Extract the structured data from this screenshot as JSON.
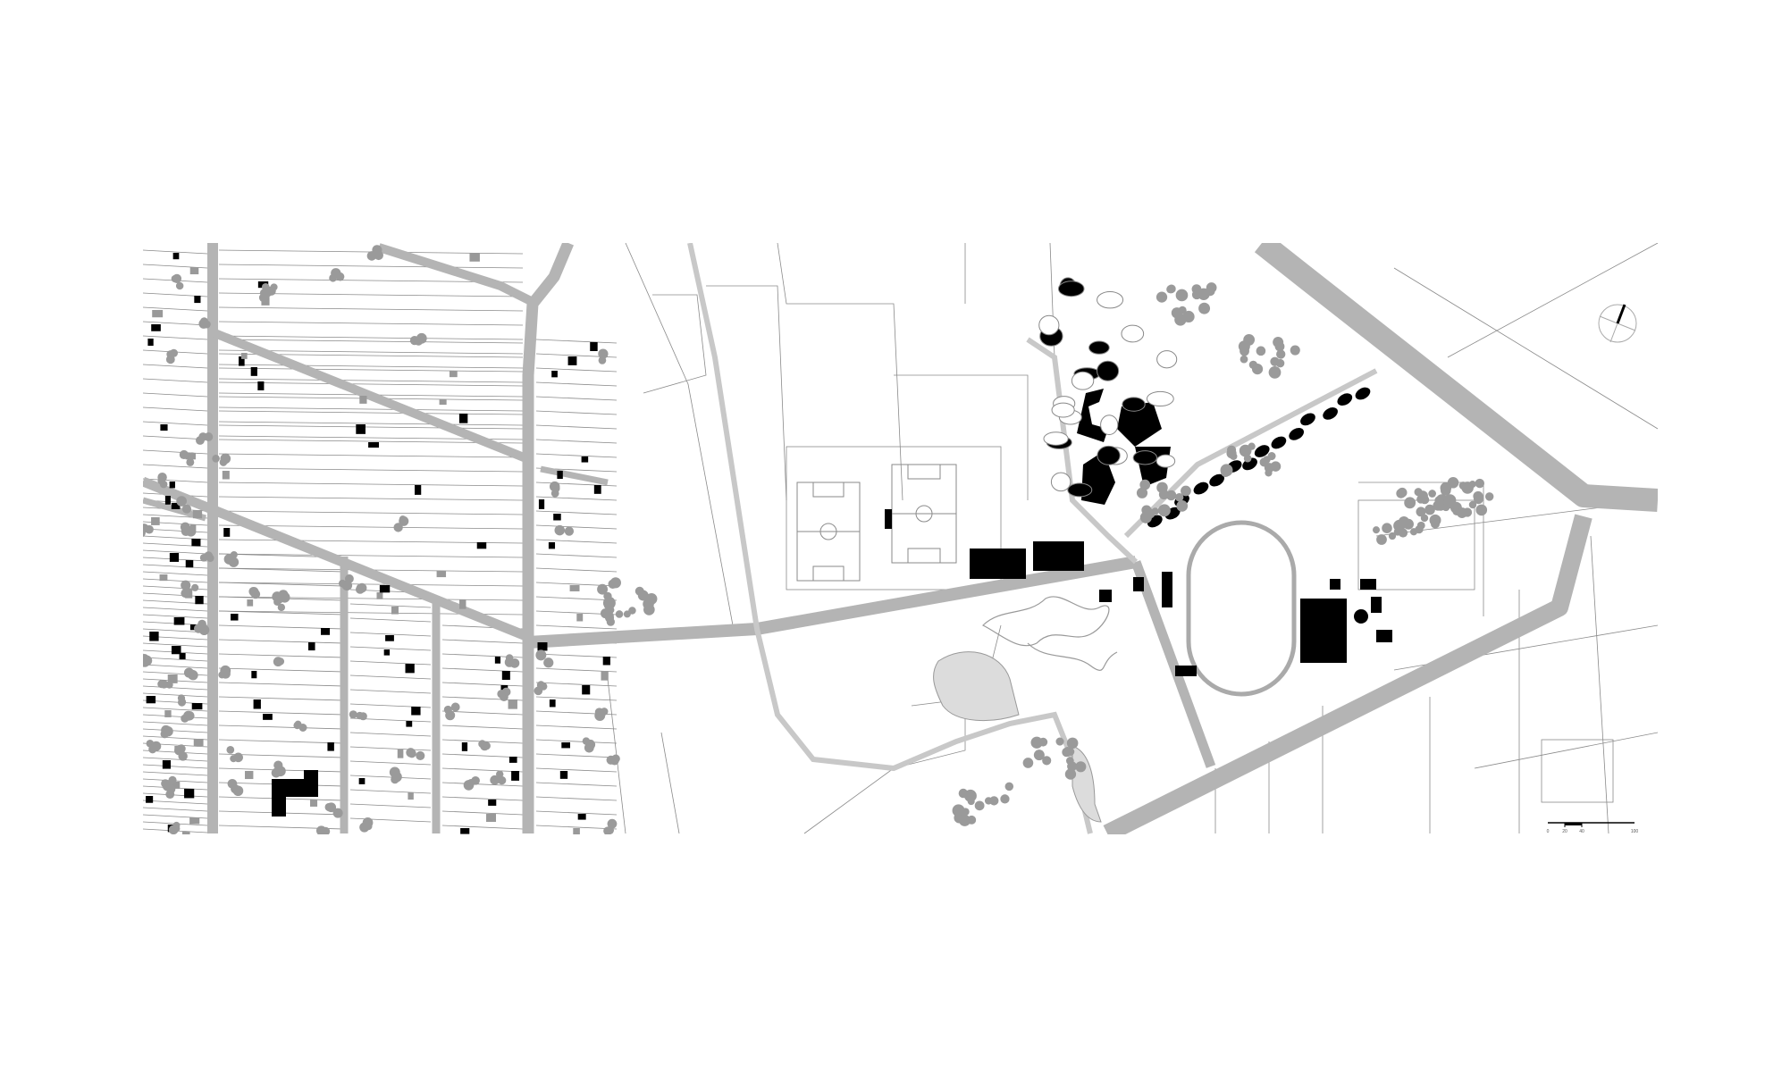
{
  "scale_bar": {
    "labels": [
      "0",
      "20",
      "40",
      "100"
    ]
  },
  "colors": {
    "road": "#b4b4b4",
    "building": "#000000",
    "tree": "#9a9a9a",
    "pond": "#dcdcdc",
    "line": "#8a8a8a"
  }
}
